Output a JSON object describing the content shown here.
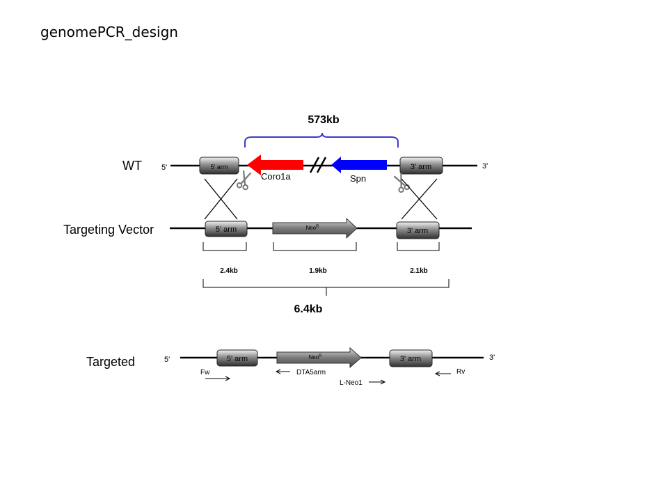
{
  "title": "genomePCR_design",
  "rows": {
    "wt": {
      "label": "WT",
      "end5": "5'",
      "end3": "3'"
    },
    "vector": {
      "label": "Targeting Vector"
    },
    "targeted": {
      "label": "Targeted",
      "end5": "5'",
      "end3": "3'"
    }
  },
  "arms": {
    "five_prime": "5' arm",
    "three_prime": "3' arm"
  },
  "genes": {
    "coro1a": "Coro1a",
    "spn": "Spn"
  },
  "gene_colors": {
    "coro1a": "#ff0000",
    "spn": "#0000ff"
  },
  "deletion": {
    "label": "573kb",
    "color": "#3a3acc"
  },
  "cassette": {
    "neo": "Neo",
    "neo_superscript": "R"
  },
  "segments": {
    "five_arm": "2.4kb",
    "neo": "1.9kb",
    "three_arm": "2.1kb",
    "total": "6.4kb"
  },
  "primers": {
    "fw": "Fw",
    "dta5arm": "DTA5arm",
    "lneo1": "L-Neo1",
    "rv": "Rv"
  },
  "icons": {
    "cut": "scissors-icon"
  }
}
